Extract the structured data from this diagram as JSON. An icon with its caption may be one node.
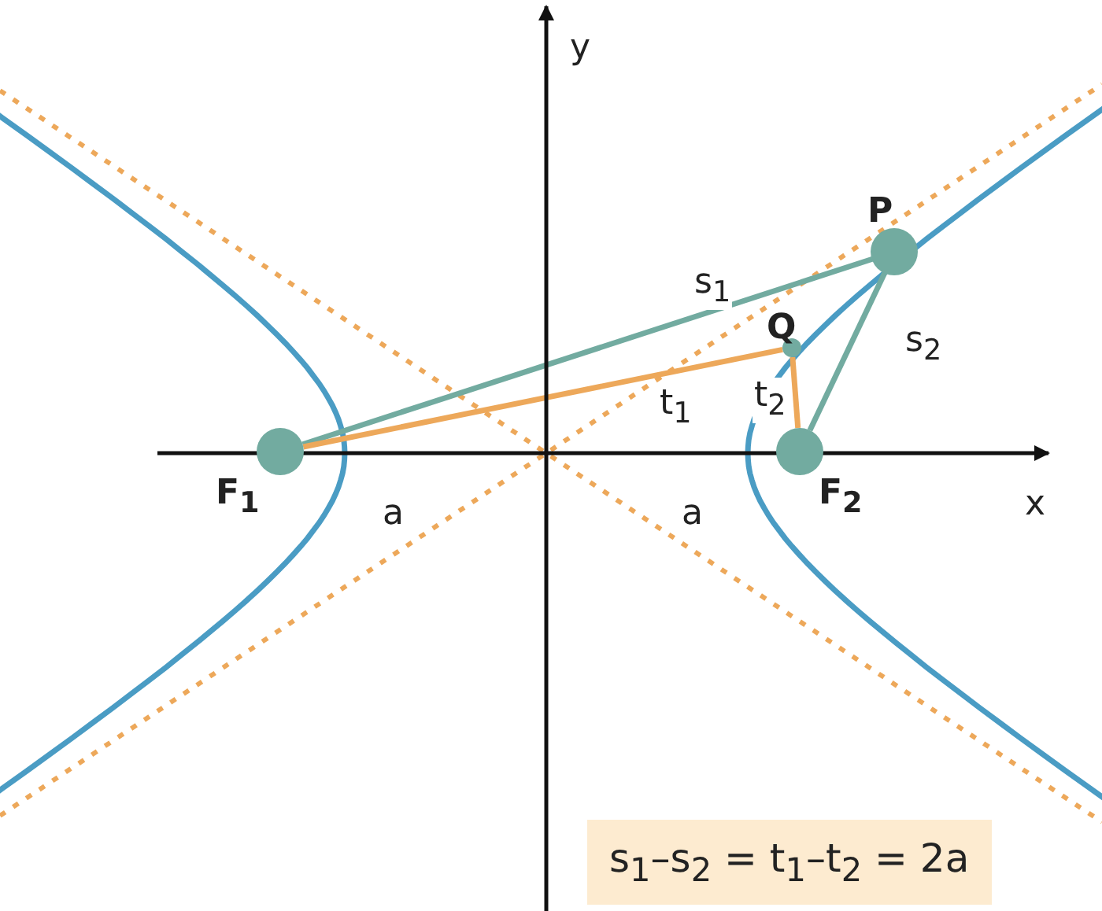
{
  "diagram": {
    "nodes": [
      {
        "text": [],
        "shape": "circle",
        "beside": [
          "F$_{1}$"
        ]
      },
      {
        "text": [],
        "shape": "circle",
        "beside": [
          "P"
        ]
      },
      {
        "text": [],
        "shape": "circle",
        "beside": [
          "Q"
        ]
      },
      {
        "text": [],
        "shape": "circle",
        "beside": [
          "F$_{2}$"
        ]
      },
      {
        "text": [
          "s$_{1}$–s$_{2}$ = t$_{1}$–t$_{2}$ = 2a"
        ]
      }
    ],
    "edges": [
      {
        "from": 0,
        "to": 1,
        "arrow": "none",
        "label": "s$_{1}$"
      },
      {
        "from": 1,
        "to": 3,
        "arrow": "none",
        "label": "s$_{2}$"
      },
      {
        "from": 0,
        "to": 2,
        "arrow": "none",
        "label": "t$_{1}$",
        "color": "#eda85a"
      },
      {
        "from": 2,
        "to": 3,
        "arrow": "none",
        "label": "t$_{2}$",
        "color": "#eda85a"
      }
    ],
    "labels": [
      "y",
      "x",
      "a",
      "a"
    ]
  }
}
